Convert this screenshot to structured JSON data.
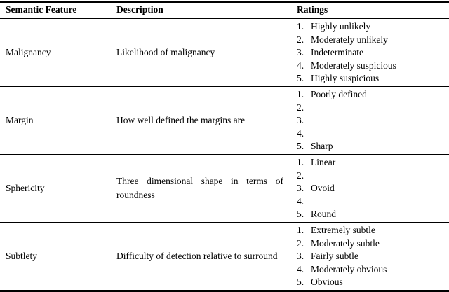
{
  "colors": {
    "background": "#ffffff",
    "text": "#000000",
    "rule": "#000000"
  },
  "table": {
    "headers": [
      "Semantic Feature",
      "Description",
      "Ratings"
    ],
    "rows": [
      {
        "feature": "Malignancy",
        "description": "Likelihood of malignancy",
        "ratings": [
          {
            "num": "1.",
            "label": "Highly unlikely"
          },
          {
            "num": "2.",
            "label": "Moderately unlikely"
          },
          {
            "num": "3.",
            "label": "Indeterminate"
          },
          {
            "num": "4.",
            "label": "Moderately suspicious"
          },
          {
            "num": "5.",
            "label": "Highly suspicious"
          }
        ]
      },
      {
        "feature": "Margin",
        "description": "How well defined the margins are",
        "ratings": [
          {
            "num": "1.",
            "label": "Poorly defined"
          },
          {
            "num": "2.",
            "label": ""
          },
          {
            "num": "3.",
            "label": ""
          },
          {
            "num": "4.",
            "label": ""
          },
          {
            "num": "5.",
            "label": "Sharp"
          }
        ]
      },
      {
        "feature": "Sphericity",
        "description": "Three dimensional shape in terms of roundness",
        "ratings": [
          {
            "num": "1.",
            "label": "Linear"
          },
          {
            "num": "2.",
            "label": ""
          },
          {
            "num": "3.",
            "label": "Ovoid"
          },
          {
            "num": "4.",
            "label": ""
          },
          {
            "num": "5.",
            "label": "Round"
          }
        ]
      },
      {
        "feature": "Subtlety",
        "description": "Difficulty of detection relative to surround",
        "ratings": [
          {
            "num": "1.",
            "label": "Extremely subtle"
          },
          {
            "num": "2.",
            "label": "Moderately subtle"
          },
          {
            "num": "3.",
            "label": "Fairly subtle"
          },
          {
            "num": "4.",
            "label": "Moderately obvious"
          },
          {
            "num": "5.",
            "label": "Obvious"
          }
        ]
      }
    ]
  }
}
